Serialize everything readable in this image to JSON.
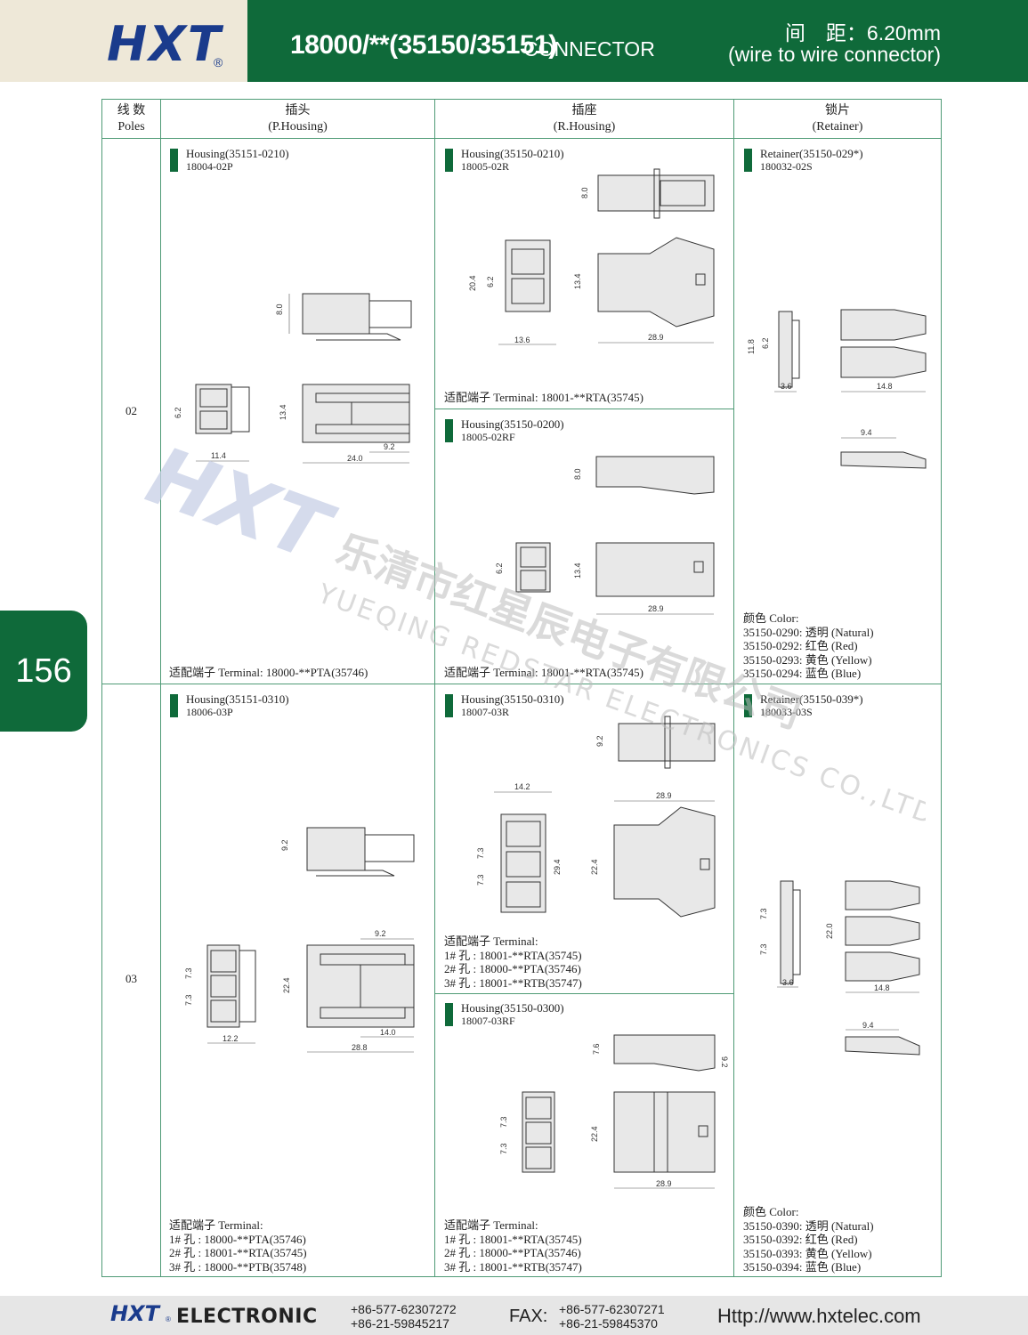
{
  "header": {
    "logo": "HXT",
    "logo_reg": "®",
    "model": "18000/**(35150/35151)",
    "model_sub": "CONNECTOR",
    "pitch": "间　距：6.20mm",
    "pitch_sub": "(wire to wire connector)"
  },
  "page_number": "156",
  "table": {
    "headers": {
      "poles_cn": "线 数",
      "poles_en": "Poles",
      "plug_cn": "插头",
      "plug_en": "(P.Housing)",
      "receptacle_cn": "插座",
      "receptacle_en": "(R.Housing)",
      "retainer_cn": "锁片",
      "retainer_en": "(Retainer)"
    },
    "rows": [
      {
        "poles": "02",
        "plug": {
          "title": "Housing(35151-0210)",
          "part": "18004-02P",
          "terminal": "适配端子 Terminal: 18000-**PTA(35746)",
          "dims": [
            "8.0",
            "6.2",
            "13.4",
            "11.4",
            "9.2",
            "24.0"
          ]
        },
        "receptacle_a": {
          "title": "Housing(35150-0210)",
          "part": "18005-02R",
          "terminal": "适配端子 Terminal: 18001-**RTA(35745)",
          "dims": [
            "8.0",
            "20.4",
            "6.2",
            "13.4",
            "13.6",
            "28.9"
          ]
        },
        "receptacle_b": {
          "title": "Housing(35150-0200)",
          "part": "18005-02RF",
          "terminal": "适配端子 Terminal: 18001-**RTA(35745)",
          "dims": [
            "8.0",
            "6.2",
            "13.4",
            "28.9"
          ]
        },
        "retainer": {
          "title": "Retainer(35150-029*)",
          "part": "180032-02S",
          "dims": [
            "11.8",
            "6.2",
            "3.6",
            "14.8",
            "9.4"
          ],
          "color_title": "颜色 Color:",
          "colors": [
            "35150-0290: 透明 (Natural)",
            "35150-0292: 红色 (Red)",
            "35150-0293: 黄色 (Yellow)",
            "35150-0294: 蓝色 (Blue)"
          ]
        }
      },
      {
        "poles": "03",
        "plug": {
          "title": "Housing(35151-0310)",
          "part": "18006-03P",
          "terminal": "适配端子 Terminal:\n1# 孔 : 18000-**PTA(35746)\n2# 孔 : 18001-**RTA(35745)\n3# 孔 : 18000-**PTB(35748)",
          "dims": [
            "9.2",
            "7.3",
            "7.3",
            "22.4",
            "9.2",
            "12.2",
            "14.0",
            "28.8"
          ]
        },
        "receptacle_a": {
          "title": "Housing(35150-0310)",
          "part": "18007-03R",
          "terminal": "适配端子 Terminal:\n1# 孔 : 18001-**RTA(35745)\n2# 孔 : 18000-**PTA(35746)\n3# 孔 : 18001-**RTB(35747)",
          "dims": [
            "9.2",
            "14.2",
            "28.9",
            "7.3",
            "7.3",
            "29.4",
            "22.4"
          ]
        },
        "receptacle_b": {
          "title": "Housing(35150-0300)",
          "part": "18007-03RF",
          "terminal": "适配端子 Terminal:\n1# 孔 : 18001-**RTA(35745)\n2# 孔 : 18000-**PTA(35746)\n3# 孔 : 18001-**RTB(35747)",
          "dims": [
            "7.6",
            "9.2",
            "7.3",
            "7.3",
            "22.4",
            "28.9"
          ]
        },
        "retainer": {
          "title": "Retainer(35150-039*)",
          "part": "180033-03S",
          "dims": [
            "7.3",
            "7.3",
            "22.0",
            "3.6",
            "14.8",
            "9.4"
          ],
          "color_title": "颜色 Color:",
          "colors": [
            "35150-0390: 透明 (Natural)",
            "35150-0392: 红色 (Red)",
            "35150-0393: 黄色 (Yellow)",
            "35150-0394: 蓝色 (Blue)"
          ]
        }
      }
    ]
  },
  "watermark": {
    "logo": "HXT",
    "cn": "乐清市红星辰电子有限公司",
    "en": "YUEQING REDSTAR ELECTRONICS CO.,LTD"
  },
  "footer": {
    "logo": "HXT",
    "reg": "®",
    "company": "ELECTRONIC",
    "tel1": "+86-577-62307272",
    "tel2": "+86-21-59845217",
    "fax_label": "FAX:",
    "fax1": "+86-577-62307271",
    "fax2": "+86-21-59845370",
    "url": "Http://www.hxtelec.com"
  },
  "colors": {
    "brand_green": "#0f6a3a",
    "brand_blue": "#1a3b8c",
    "header_beige": "#eee8d8"
  }
}
